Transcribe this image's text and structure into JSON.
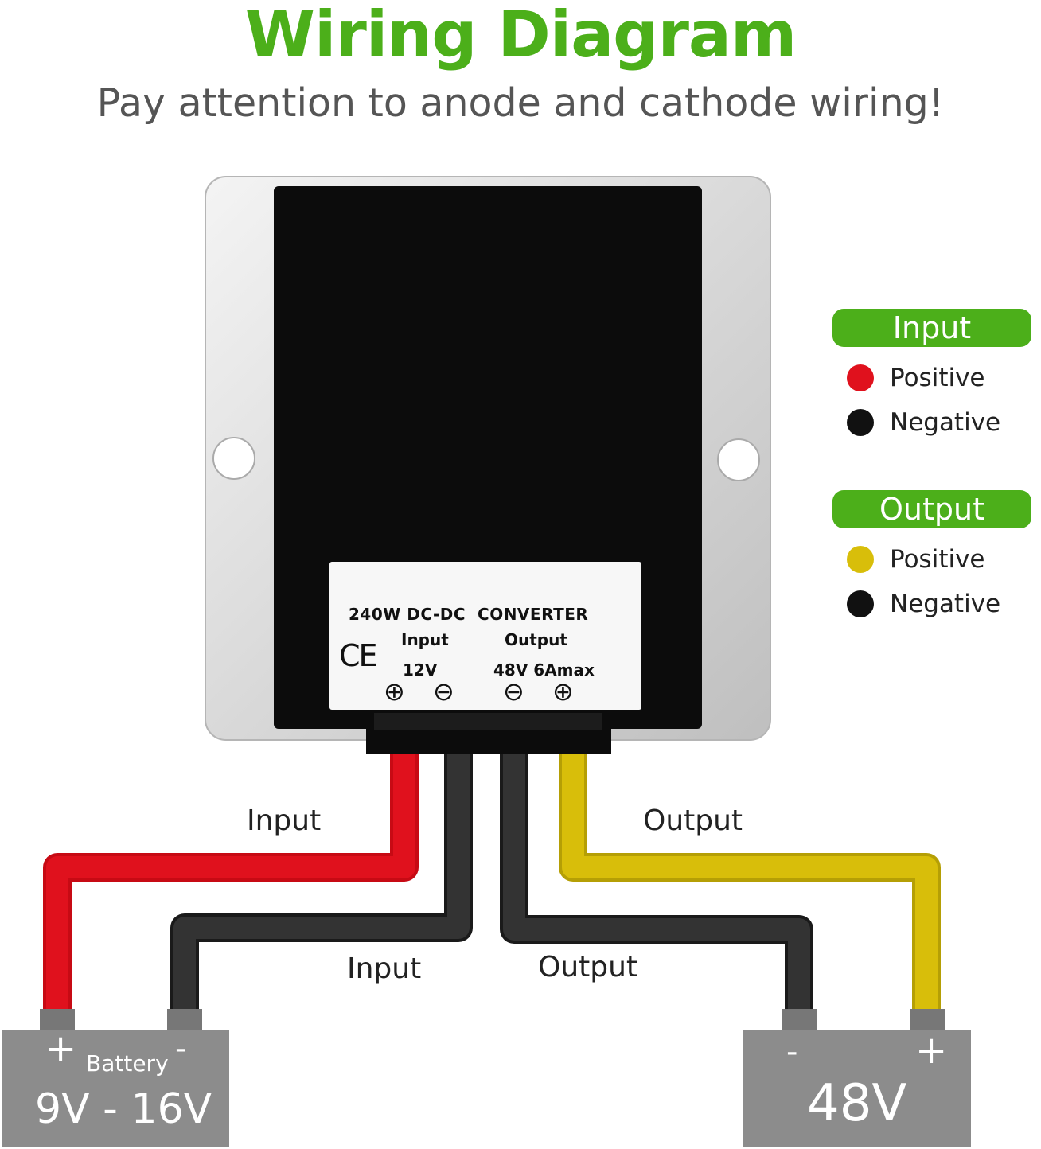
{
  "header": {
    "title": "Wiring Diagram",
    "subtitle": "Pay attention to anode and cathode wiring!"
  },
  "device_label": {
    "line1": "240W DC-DC  CONVERTER",
    "input_heading": "Input",
    "output_heading": "Output",
    "input_voltage": "12V",
    "output_rating": "48V 6Amax",
    "ce_mark": "CE",
    "terminal_symbols": [
      "⊕",
      "⊖",
      "⊖",
      "⊕"
    ]
  },
  "wires": {
    "input_positive_label": "Input",
    "input_negative_label": "Input",
    "output_positive_label": "Output",
    "output_negative_label": "Output"
  },
  "legend": {
    "input": {
      "title": "Input",
      "items": [
        {
          "label": "Positive",
          "color": "#e0111d"
        },
        {
          "label": "Negative",
          "color": "#111111"
        }
      ]
    },
    "output": {
      "title": "Output",
      "items": [
        {
          "label": "Positive",
          "color": "#d8be0a"
        },
        {
          "label": "Negative",
          "color": "#111111"
        }
      ]
    }
  },
  "battery": {
    "plus": "+",
    "minus": "-",
    "label": "Battery",
    "voltage": "9V - 16V"
  },
  "load": {
    "minus": "-",
    "plus": "+",
    "voltage": "48V"
  },
  "colors": {
    "accent_green": "#4caf1a",
    "wire_red": "#e0111d",
    "wire_black": "#2b2b2b",
    "wire_yellow": "#d8be0a",
    "battery_gray": "#8c8c8c"
  }
}
